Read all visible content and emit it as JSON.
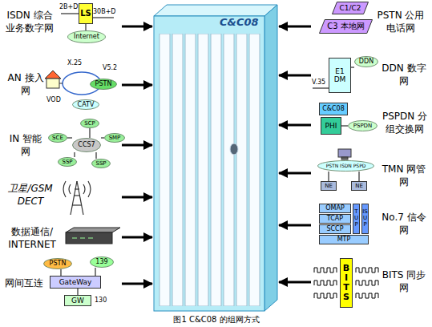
{
  "diagram": {
    "caption": "图1 C&C08 的组网方式",
    "nodes": [
      {
        "text": [
          "C&C08"
        ]
      },
      {
        "text": [
          "ISDN 综合 业务数字网"
        ]
      },
      {
        "text": [
          "AN 接入网"
        ]
      },
      {
        "text": [
          "IN 智能网"
        ]
      },
      {
        "text": [
          "卫星/GSM DECT"
        ]
      },
      {
        "text": [
          "数据通信/ INTERNET"
        ]
      },
      {
        "text": [
          "网间互连"
        ]
      },
      {
        "text": [
          "PSTN 公用电话网"
        ]
      },
      {
        "text": [
          "DDN 数字网"
        ]
      },
      {
        "text": [
          "PSPDN 分组交换网"
        ]
      },
      {
        "text": [
          "TMN 网管网"
        ]
      },
      {
        "text": [
          "No.7 信令网"
        ]
      },
      {
        "text": [
          "BITS 同步网"
        ]
      },
      {
        "text": [
          "LS"
        ],
        "in": 1
      },
      {
        "text": [
          "Internet"
        ],
        "in": 1
      },
      {
        "text": [
          "PSTN"
        ],
        "in": 2
      },
      {
        "text": [
          "CATV"
        ],
        "in": 2
      },
      {
        "text": [
          "SCP"
        ],
        "in": 3
      },
      {
        "text": [
          "SCE"
        ],
        "in": 3
      },
      {
        "text": [
          "SMP"
        ],
        "in": 3
      },
      {
        "text": [
          "CCS7"
        ],
        "in": 3
      },
      {
        "text": [
          "SSP"
        ],
        "in": 3
      },
      {
        "text": [
          "SSP"
        ],
        "in": 3
      },
      {
        "text": [
          "PSTN"
        ],
        "in": 6
      },
      {
        "text": [
          "139"
        ],
        "in": 6
      },
      {
        "text": [
          "GateWay"
        ],
        "in": 6
      },
      {
        "text": [
          "GW"
        ],
        "in": 6
      },
      {
        "text": [
          "C1/C2"
        ],
        "in": 7
      },
      {
        "text": [
          "C3 本地网"
        ],
        "in": 7
      },
      {
        "text": [
          "E1",
          "DM"
        ],
        "in": 8
      },
      {
        "text": [
          "DDN"
        ],
        "in": 8
      },
      {
        "text": [
          "C&C08"
        ],
        "in": 9
      },
      {
        "text": [
          "PHI"
        ],
        "in": 9
      },
      {
        "text": [
          "PSPDN"
        ],
        "in": 9
      },
      {
        "text": [
          "PSTN ISDN PSPD"
        ],
        "in": 10
      },
      {
        "text": [
          "NE"
        ],
        "in": 10
      },
      {
        "text": [
          "NE"
        ],
        "in": 10
      },
      {
        "text": [
          "OMAP"
        ],
        "in": 11
      },
      {
        "text": [
          "TCAP"
        ],
        "in": 11
      },
      {
        "text": [
          "SCCP"
        ],
        "in": 11
      },
      {
        "text": [
          "MTP"
        ],
        "in": 11
      },
      {
        "text": [
          "TUP"
        ],
        "in": 11
      },
      {
        "text": [
          "ISUP"
        ],
        "in": 11
      },
      {
        "text": [
          "BITS"
        ],
        "in": 12
      }
    ],
    "edges": [
      {
        "from": 1,
        "to": 0,
        "arrow": "to"
      },
      {
        "from": 2,
        "to": 0,
        "arrow": "to"
      },
      {
        "from": 3,
        "to": 0,
        "arrow": "to"
      },
      {
        "from": 4,
        "to": 0,
        "arrow": "to"
      },
      {
        "from": 5,
        "to": 0,
        "arrow": "to"
      },
      {
        "from": 6,
        "to": 0,
        "arrow": "to"
      },
      {
        "from": 7,
        "to": 0,
        "arrow": "to"
      },
      {
        "from": 8,
        "to": 0,
        "arrow": "to"
      },
      {
        "from": 9,
        "to": 0,
        "arrow": "to"
      },
      {
        "from": 10,
        "to": 0,
        "arrow": "to"
      },
      {
        "from": 11,
        "to": 0,
        "arrow": "to"
      },
      {
        "from": 12,
        "to": 0,
        "arrow": "to"
      },
      {
        "from": 13,
        "to": 14,
        "arrow": "none"
      },
      {
        "from": 17,
        "to": 20,
        "arrow": "none"
      },
      {
        "from": 18,
        "to": 20,
        "arrow": "none"
      },
      {
        "from": 19,
        "to": 20,
        "arrow": "none"
      },
      {
        "from": 21,
        "to": 20,
        "arrow": "none"
      },
      {
        "from": 22,
        "to": 20,
        "arrow": "none"
      },
      {
        "from": 23,
        "to": 25,
        "arrow": "none"
      },
      {
        "from": 24,
        "to": 25,
        "arrow": "none"
      },
      {
        "from": 25,
        "to": 26,
        "arrow": "none"
      },
      {
        "from": 29,
        "to": 30,
        "arrow": "none"
      },
      {
        "from": 32,
        "to": 33,
        "arrow": "none"
      },
      {
        "from": 35,
        "to": 34,
        "arrow": "none"
      },
      {
        "from": 36,
        "to": 34,
        "arrow": "none"
      }
    ],
    "labels": [
      "2B+D",
      "30B+D",
      "X.25",
      "V5.2",
      "VOD",
      "130",
      "V.35"
    ]
  }
}
